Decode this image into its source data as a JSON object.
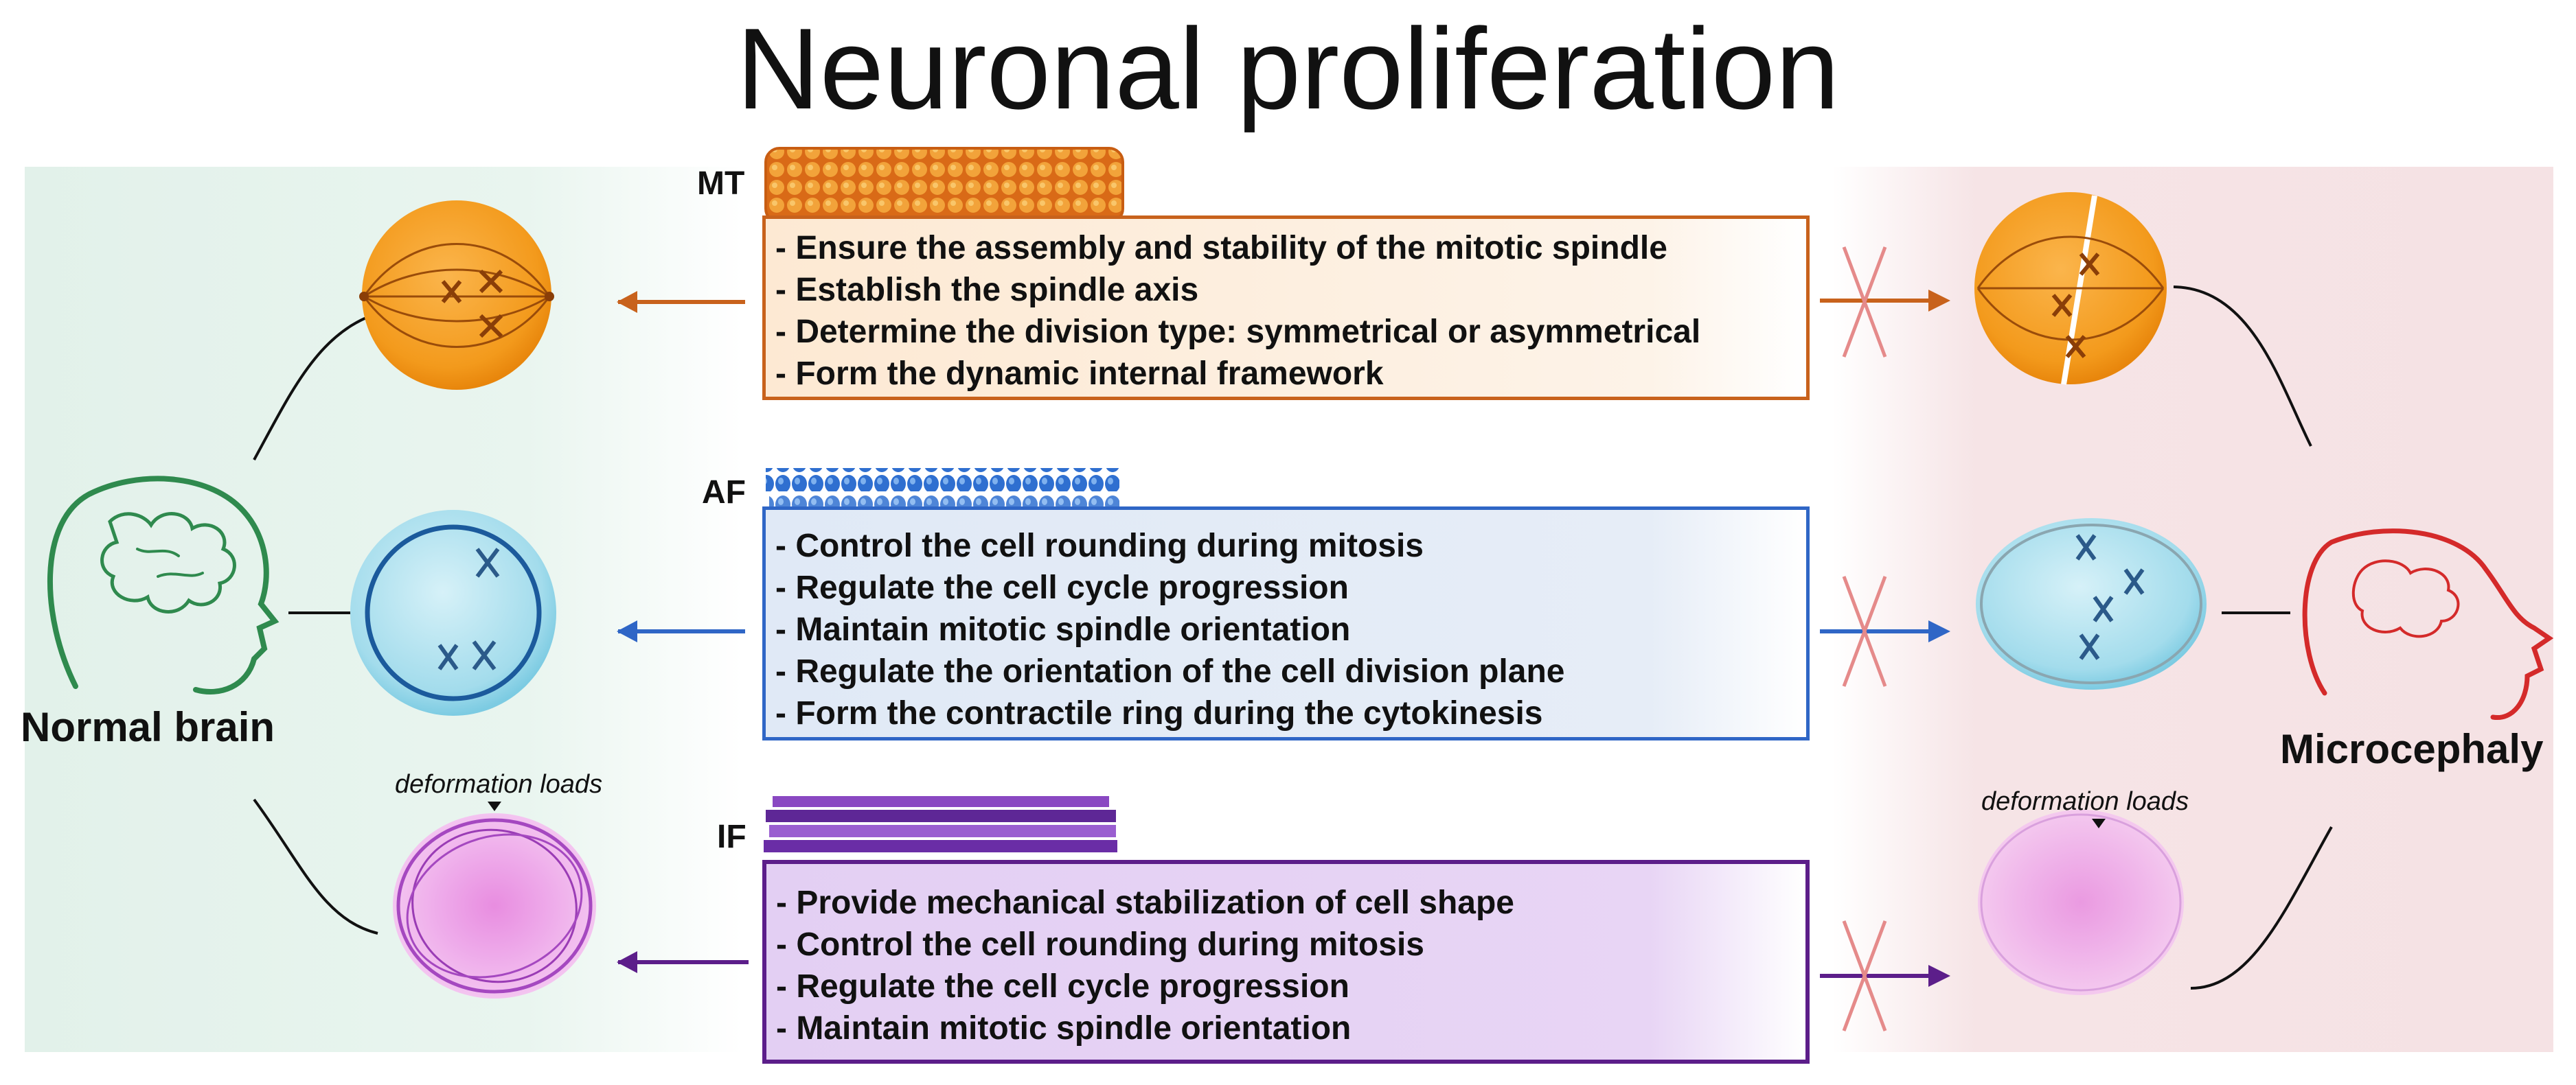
{
  "title": "Neuronal proliferation",
  "left_label": "Normal brain",
  "right_label": "Microcephaly",
  "rows": [
    {
      "tag": "MT",
      "color": "#c8621c",
      "items": [
        "- Ensure the assembly and stability of the mitotic spindle",
        "- Establish the spindle axis",
        "- Determine the division type: symmetrical or asymmetrical",
        "- Form the dynamic internal framework"
      ]
    },
    {
      "tag": "AF",
      "color": "#2f66c6",
      "items": [
        "- Control the cell rounding during mitosis",
        "- Regulate the cell cycle progression",
        "- Maintain mitotic spindle orientation",
        "- Regulate the orientation of the cell division plane",
        "- Form the contractile ring during the cytokinesis"
      ]
    },
    {
      "tag": "IF",
      "color": "#5c1e8a",
      "items": [
        "- Provide mechanical stabilization of cell shape",
        "- Control the cell rounding during mitosis",
        "- Regulate the cell cycle progression",
        "- Maintain mitotic spindle orientation"
      ]
    }
  ],
  "deformation_label_left": "deformation loads",
  "deformation_label_right": "deformation loads"
}
